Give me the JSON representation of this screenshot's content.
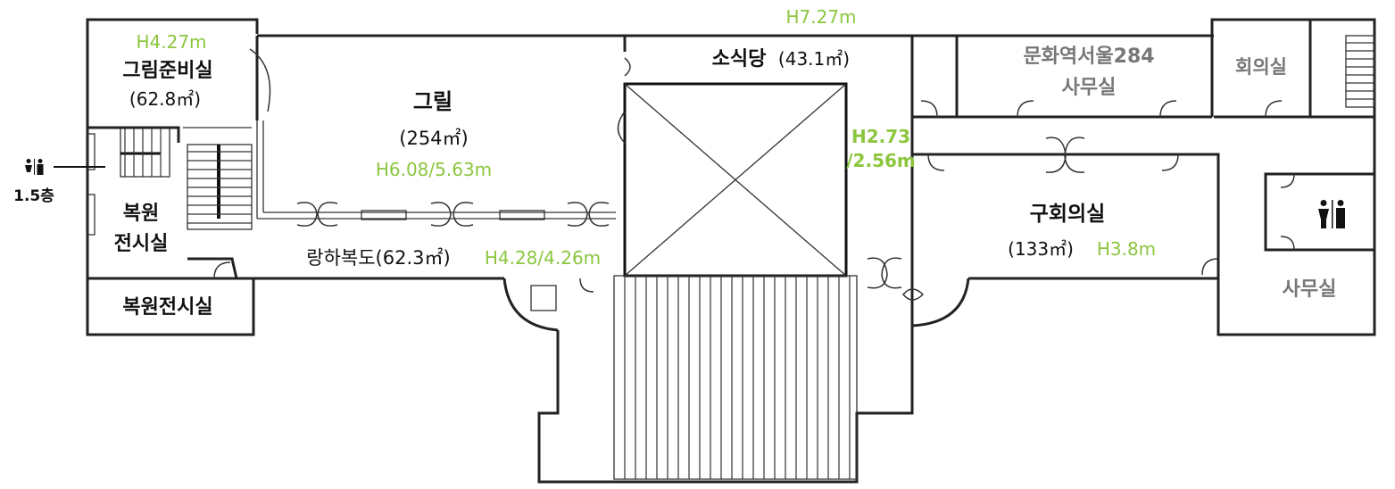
{
  "colors": {
    "wall": "#222222",
    "room_text": "#111111",
    "grey_text": "#777777",
    "height_text": "#8cc63f"
  },
  "rooms": {
    "prep": {
      "name": "그림준비실",
      "area": "(62.8㎡)",
      "height": "H4.27m"
    },
    "restore": {
      "name_line1": "복원",
      "name_line2": "전시실"
    },
    "restore2": {
      "name": "복원전시실"
    },
    "grill": {
      "name": "그릴",
      "area": "(254㎡)",
      "height": "H6.08/5.63m"
    },
    "corridor": {
      "name": "랑하복도(62.3㎡)",
      "height": "H4.28/4.26m"
    },
    "small_hall": {
      "name": "소식당",
      "area": "(43.1㎡)",
      "height": "H7.27m"
    },
    "culture_office": {
      "name_line1": "문화역서울284",
      "name_line2": "사무실"
    },
    "meeting": {
      "name": "회의실"
    },
    "gu_meeting": {
      "name": "구회의실",
      "area": "(133㎡)",
      "height": "H3.8m"
    },
    "office": {
      "name": "사무실"
    },
    "passage": {
      "height_line1": "H2.73",
      "height_line2": "/2.56m"
    }
  },
  "restroom_left": {
    "icon": "restroom-icon",
    "floor": "1.5층"
  },
  "restroom_right": {
    "icon": "restroom-icon"
  }
}
